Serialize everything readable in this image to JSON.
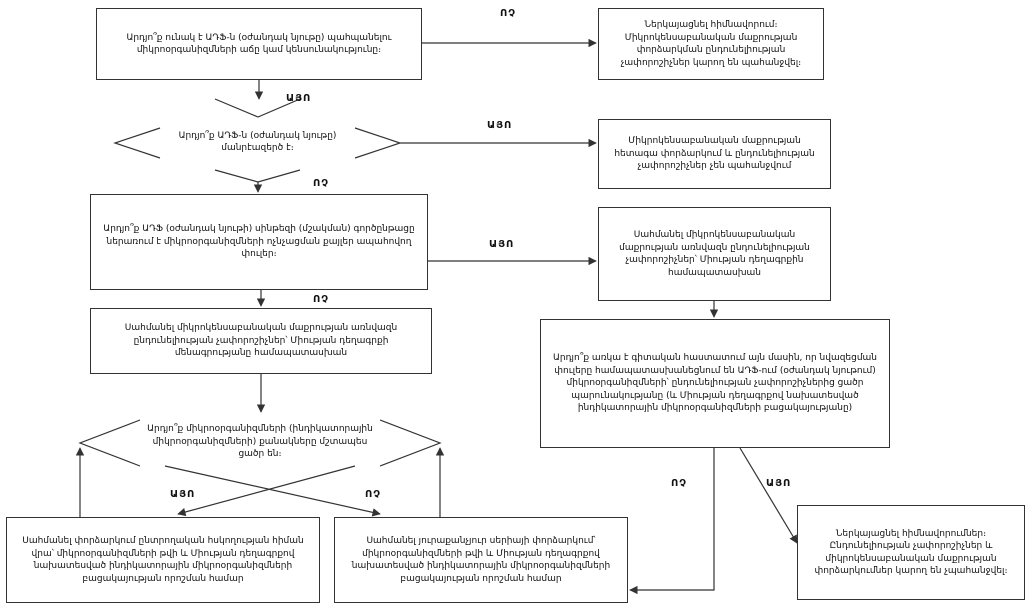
{
  "nodes": {
    "q1": "Արդյո՞ք ունակ է ԱԴՖ-ն (օժանդակ նյութը) պահպանելու միկրոօրգանիզմների աճը կամ կենսունակությունը։",
    "r1": "Ներկայացնել հիմնավորում։ Միկրոկենսաբանական մաքրության փորձարկման ընդունելիության չափորոշիչներ կարող են պահանջվել։",
    "q2": "Արդյո՞ք ԱԴՖ-ն (օժանդակ նյութը) մանրէազերծ է։",
    "r2": "Միկրոկենսաբանական մաքրության հետագա փորձարկում և ընդունելիության չափորոշիչներ չեն պահանջվում",
    "q3": "Արդյո՞ք ԱԴՖ (օժանդակ նյութի) սինթեզի (մշակման) գործընթացը ներառում է միկրոօրգանիզմների ոչնչացման քայլեր ապահովող փուլեր։",
    "r3": "Սահմանել միկրոկենսաբանական մաքրության առնվազն ընդունելիության չափորոշիչներ՝ Միության դեղագրքին համապատասխան",
    "r4": "Սահմանել միկրոկենսաբանական մաքրության առնվազն ընդունելիության չափորոշիչներ՝ Միության դեղագրքի մենագրությանը համապատասխան",
    "q4": "Արդյո՞ք առկա է գիտական հաստատում այն մասին, որ նվազեցման փուլերը համապատասխանեցնում են ԱԴՖ-ում (օժանդակ նյութում) միկրոօրգանիզմների՝ ընդունելիության չափորոշիչներից ցածր պարունակությանը (և Միության դեղագրքով նախատեսված ինդիկատորային միկրոօրգանիզմների բացակայությանը)",
    "q5": "Արդյո՞ք միկրոօրգանիզմների (ինդիկատորային միկրոօրգանիզմների) քանակները մշտապես ցածր են։",
    "r6": "Ներկայացնել հիմնավորումներ։ Ընդունելիության չափորոշիչներ և միկրոկենսաբանական մաքրության փորձարկումներ կարող են չպահանջվել։",
    "r7": "Սահմանել փորձարկում ընտրողական հսկողության հիման վրա՝ միկրոօրգանիզմների թվի և Միության դեղագրքով նախատեսված ինդիկատորային միկրոօրգանիզմների բացակայության որոշման համար",
    "r8": "Սահմանել յուրաքանչյուր սերիայի փորձարկում՝ միկրոօրգանիզմների թվի և Միության դեղագրքով նախատեսված ինդիկատորային միկրոօրգանիզմների բացակայության որոշման համար"
  },
  "labels": {
    "yes": "ԱՅՈ",
    "no": "ՈՉ"
  }
}
